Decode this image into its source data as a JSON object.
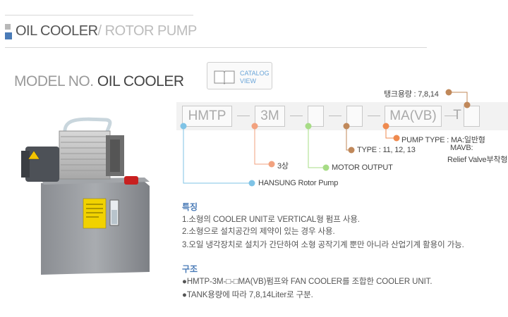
{
  "header": {
    "title_main": "OIL COOLER",
    "title_sub": "/ ROTOR PUMP"
  },
  "model": {
    "prefix": "MODEL NO.",
    "name": "OIL COOLER"
  },
  "catalog": {
    "line1": "CATALOG",
    "line2": "VIEW",
    "icon": "book-icon"
  },
  "code": {
    "boxes": [
      "HMTP",
      "3M",
      "",
      "",
      "MA(VB)",
      "T",
      ""
    ]
  },
  "labels": {
    "tank": "탱크용량 : 7,8,14",
    "pump_type": "PUMP TYPE : MA:일반형",
    "pump_type_2": "MAVB:",
    "pump_type_3": "Relief Valve부착형",
    "type": "TYPE : 11, 12, 13",
    "phase": "3상",
    "motor": "MOTOR OUTPUT",
    "maker": "HANSUNG Rotor Pump"
  },
  "features": {
    "heading": "특징",
    "lines": [
      "1.소형의 COOLER UNIT로 VERTICAL형 펌프 사용.",
      "2.소형으로 설치공간의 제약이 있는 경우 사용.",
      "3.오일 냉각장치로 설치가 간단하여 소형 공작기계 뿐만 아니라 산업기계 활용이 가능."
    ]
  },
  "structure": {
    "heading": "구조",
    "lines": [
      "●HMTP-3M-□-□MA(VB)펌프와 FAN COOLER를 조합한 COOLER UNIT.",
      "●TANK용량에 따라 7,8,14Liter로 구분."
    ]
  },
  "colors": {
    "accent_blue": "#4a7bb7",
    "dot_blue": "#7fc3e6",
    "dot_salmon": "#f2a27f",
    "dot_green": "#a7dc86",
    "dot_brown": "#c0885a",
    "dot_orange": "#ef8a4f"
  }
}
